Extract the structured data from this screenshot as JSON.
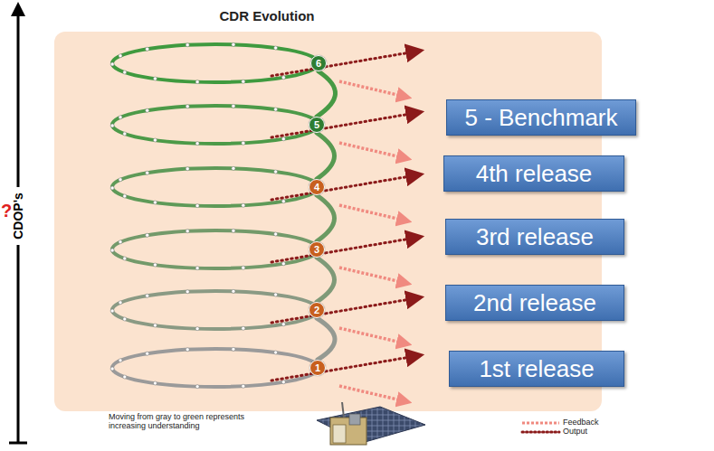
{
  "diagram": {
    "title": "CDR Evolution",
    "nodes": [
      {
        "text": [
          "6"
        ]
      },
      {
        "text": [
          "5"
        ]
      },
      {
        "text": [
          "5 - Benchmark"
        ]
      },
      {
        "text": [
          "4"
        ]
      },
      {
        "text": [
          "4th release"
        ]
      },
      {
        "text": [
          "3"
        ]
      },
      {
        "text": [
          "3rd release"
        ]
      },
      {
        "text": [
          "2"
        ]
      },
      {
        "text": [
          "2nd release"
        ]
      },
      {
        "text": [
          "1"
        ]
      },
      {
        "text": [
          "1st release"
        ]
      }
    ],
    "edges": [
      {
        "from": 9,
        "to": 7,
        "arrow": "none"
      },
      {
        "from": 7,
        "to": 5,
        "arrow": "none"
      },
      {
        "from": 5,
        "to": 3,
        "arrow": "none"
      },
      {
        "from": 3,
        "to": 1,
        "arrow": "none"
      },
      {
        "from": 1,
        "to": 0,
        "arrow": "none"
      }
    ],
    "labels": [
      "CDOP's",
      "?"
    ],
    "legend": [
      {
        "text": "Moving from gray to green represents increasing understanding"
      },
      {
        "text": "Feedback"
      },
      {
        "text": "Output"
      }
    ]
  }
}
